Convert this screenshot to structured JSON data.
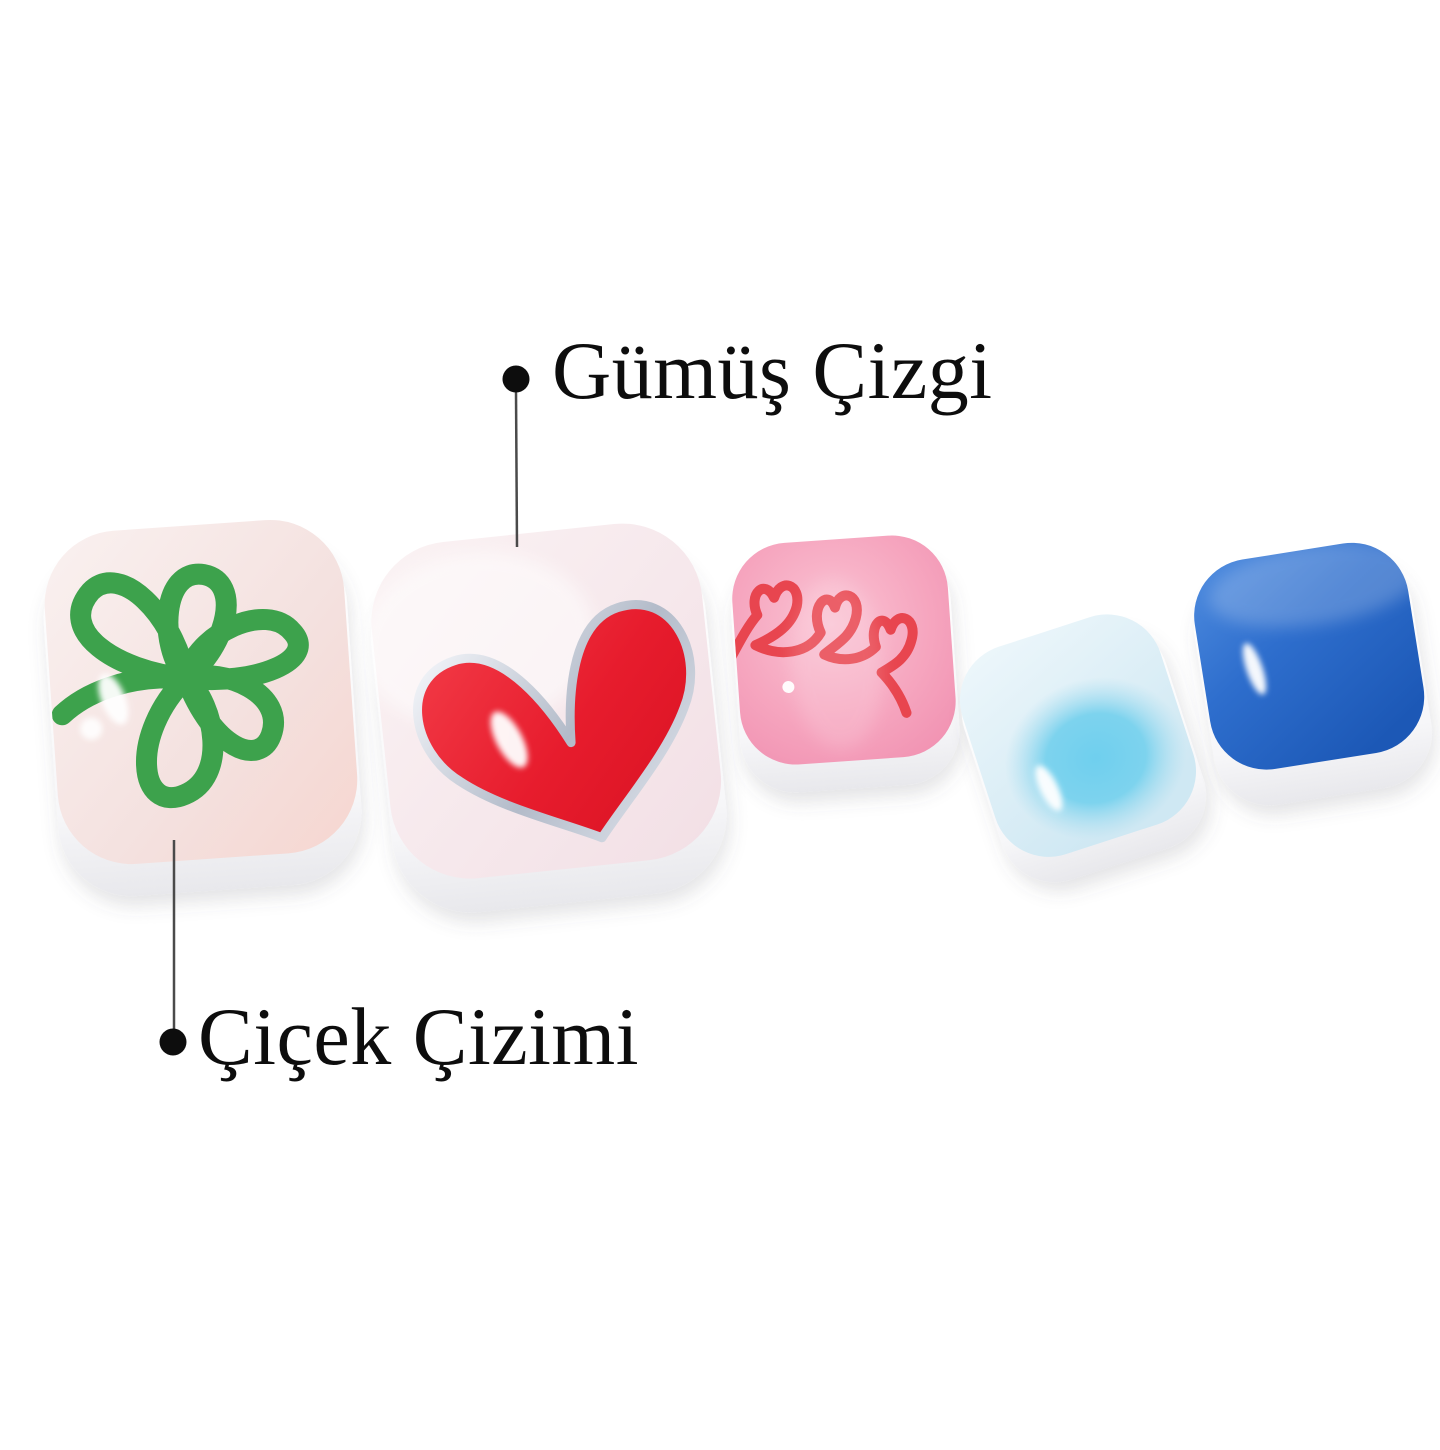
{
  "image": {
    "background": "#ffffff",
    "subject": "pedicure-press-on-nail-set"
  },
  "callouts": {
    "silver_line": {
      "label": "Gümüş Çizgi",
      "dot_color": "#0d0d0d",
      "line_color": "#4a4a4a",
      "target": "silver-heart-nail"
    },
    "flower_drawing": {
      "label": "Çiçek Çizimi",
      "dot_color": "#0d0d0d",
      "line_color": "#4a4a4a",
      "target": "flower-doodle-nail"
    }
  },
  "nails": [
    {
      "name": "flower-doodle-nail",
      "design": "green flower doodle on pearl pink",
      "base_color": "#f5e3e1",
      "accent_color": "#3da24c",
      "tip_color": "#ffffff"
    },
    {
      "name": "silver-heart-nail",
      "design": "red heart with silver line on shimmer pearl",
      "base_color": "#f6e8ec",
      "accent_color": "#e8192b",
      "outline_color": "#c4cbd8",
      "tip_color": "#ffffff"
    },
    {
      "name": "heart-scribble-nail",
      "design": "red heart scribble on pink",
      "base_color": "#f5a3bb",
      "accent_color": "#e8454f",
      "tip_color": "#ffffff"
    },
    {
      "name": "blue-gradient-nail",
      "design": "sky blue gradient",
      "base_color": "#d7ecf5",
      "accent_color": "#6fcfee",
      "tip_color": "#ffffff"
    },
    {
      "name": "solid-blue-nail",
      "design": "solid royal blue",
      "base_color": "#2a6ac8",
      "tip_color": "#ffffff"
    }
  ]
}
